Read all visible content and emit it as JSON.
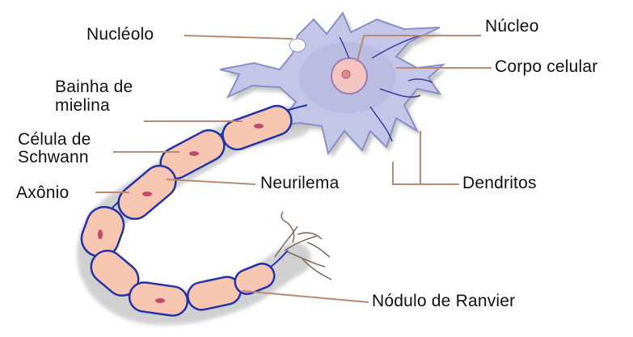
{
  "labels": {
    "nucleolo": "Nucléolo",
    "nucleo": "Núcleo",
    "corpo_celular": "Corpo celular",
    "bainha": "Bainha de\nmielina",
    "celula_schwann": "Célula de\nSchwann",
    "axonio": "Axônio",
    "neurilema": "Neurilema",
    "dendritos": "Dendritos",
    "nodulo": "Nódulo de Ranvier"
  },
  "colors": {
    "cell_body": "#c3c6e6",
    "cell_outline": "#8a8fc6",
    "nucleus": "#f3b8b4",
    "myelin": "#f6c6b0",
    "membrane_blue": "#2233aa",
    "leader_line": "#b88a70",
    "shadow": "#b7b7b7"
  }
}
